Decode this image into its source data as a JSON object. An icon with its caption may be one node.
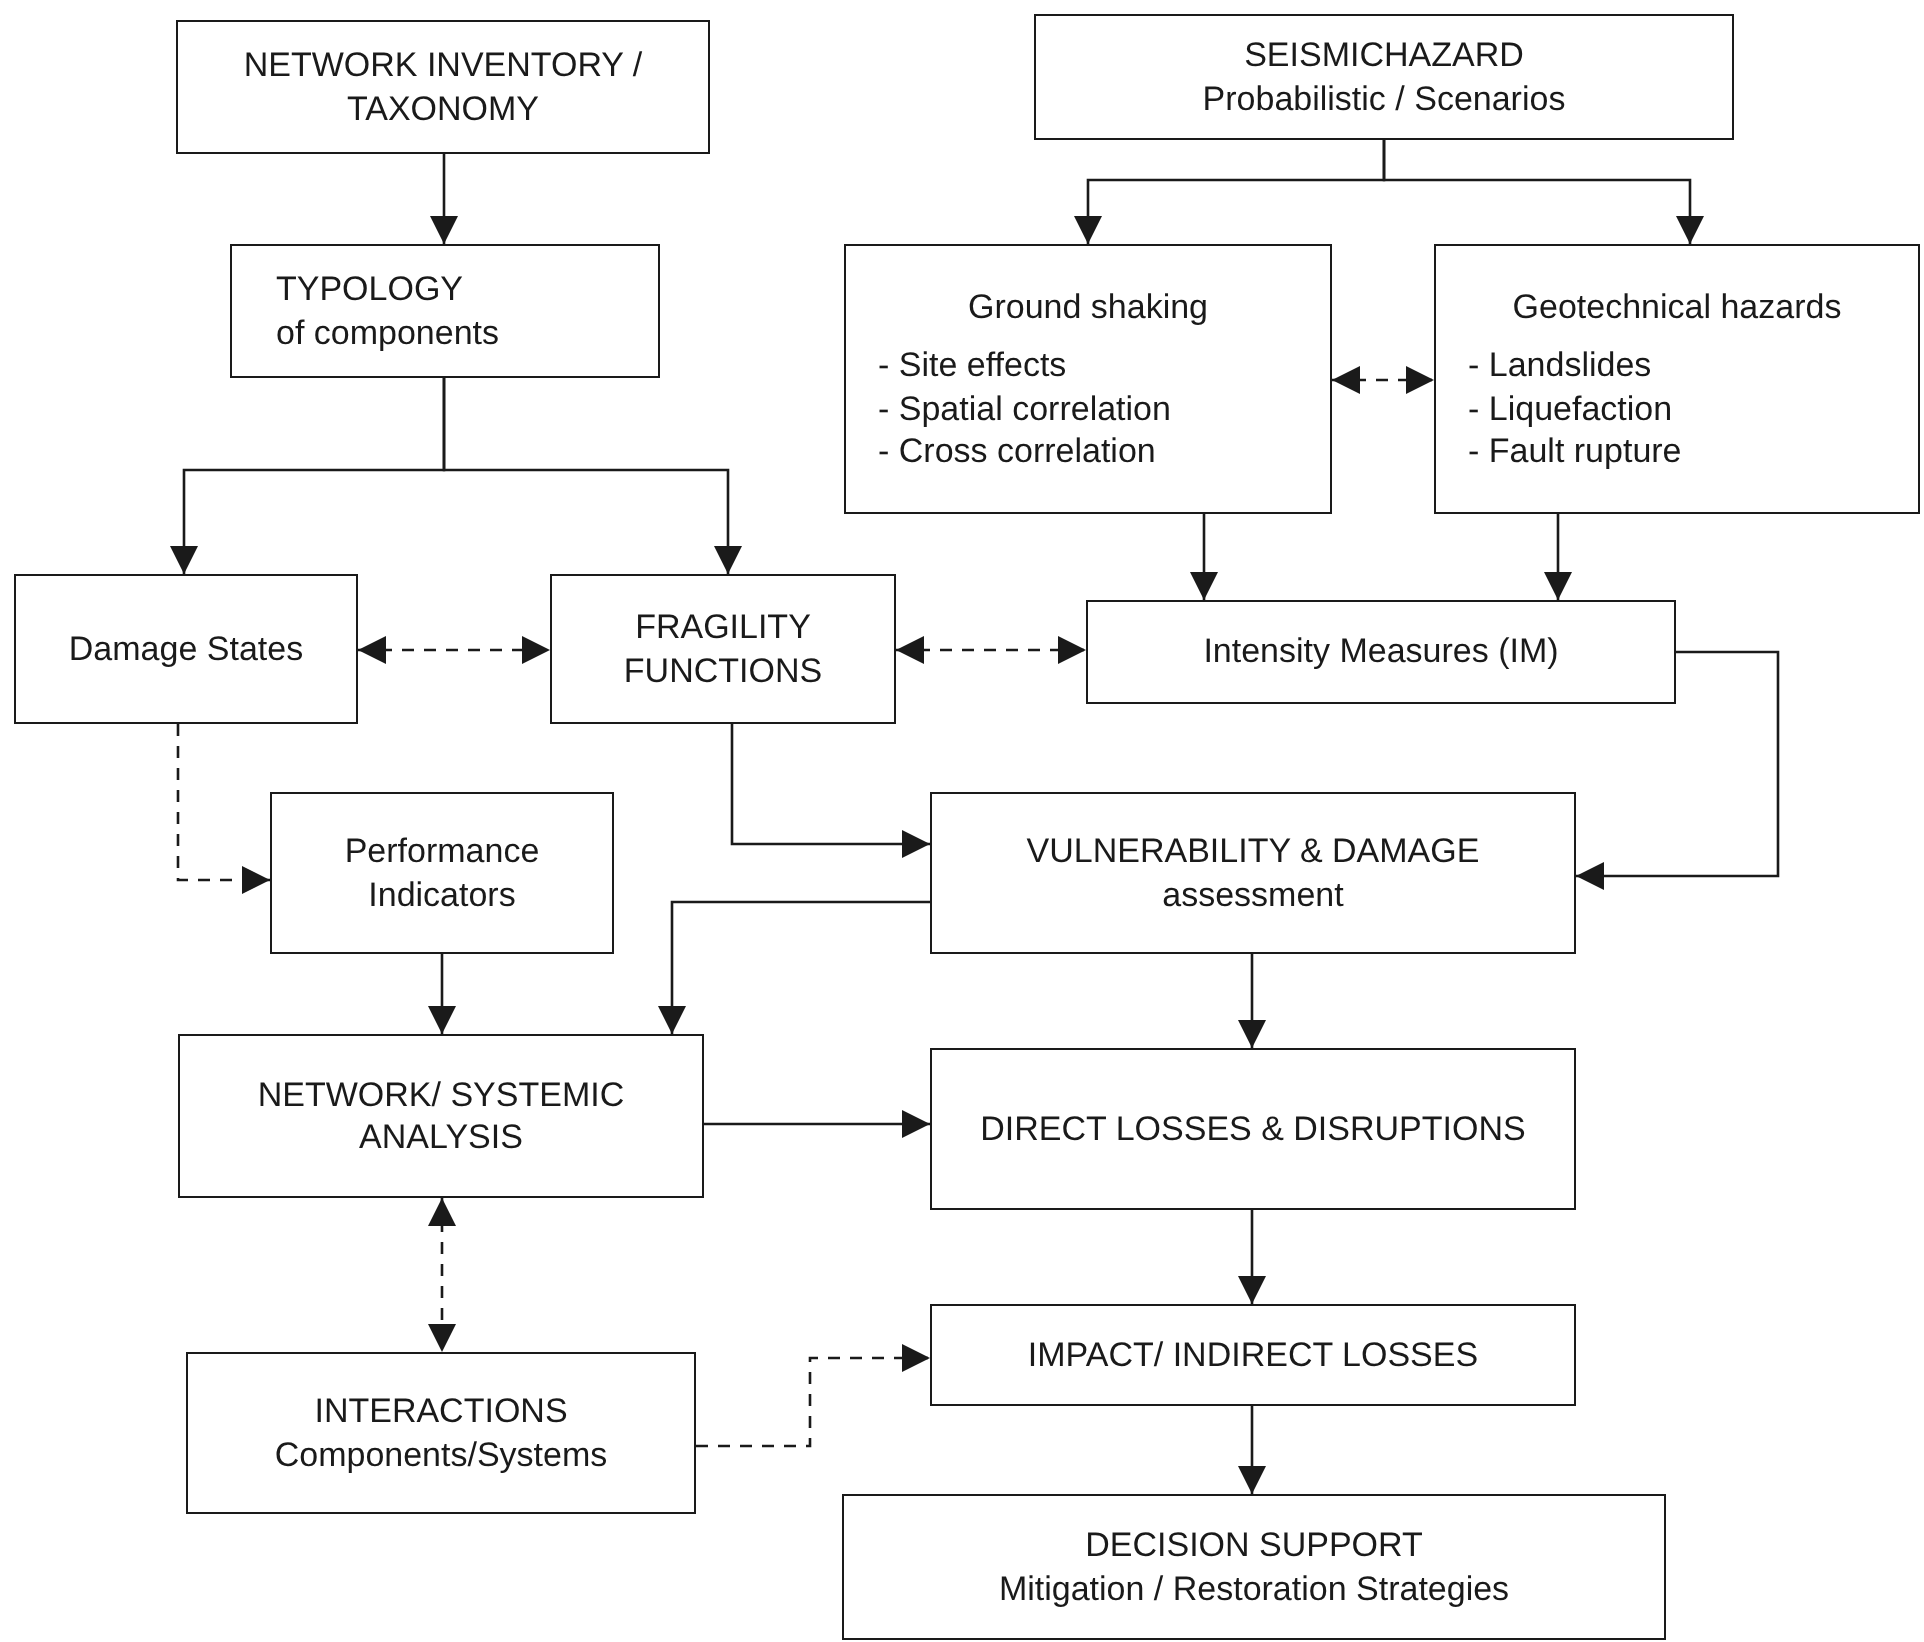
{
  "diagram": {
    "nodes": [
      {
        "text": [
          "NETWORK INVENTORY / TAXONOMY"
        ]
      },
      {
        "text": [
          "TYPOLOGY",
          "of components"
        ]
      },
      {
        "text": [
          "SEISMICHAZARD",
          "Probabilistic / Scenarios"
        ]
      },
      {
        "text": [
          "Ground shaking",
          "- Site effects",
          "- Spatial correlation",
          "- Cross correlation"
        ]
      },
      {
        "text": [
          "Geotechnical hazards",
          "- Landslides",
          "- Liquefaction",
          "- Fault rupture"
        ]
      },
      {
        "text": [
          "Damage States"
        ]
      },
      {
        "text": [
          "FRAGILITY FUNCTIONS"
        ]
      },
      {
        "text": [
          "Intensity Measures (IM)"
        ]
      },
      {
        "text": [
          "Performance Indicators"
        ]
      },
      {
        "text": [
          "VULNERABILITY & DAMAGE",
          "assessment"
        ]
      },
      {
        "text": [
          "NETWORK/ SYSTEMIC ANALYSIS"
        ]
      },
      {
        "text": [
          "DIRECT LOSSES & DISRUPTIONS"
        ]
      },
      {
        "text": [
          "IMPACT/ INDIRECT LOSSES"
        ]
      },
      {
        "text": [
          "INTERACTIONS",
          "Components/Systems"
        ]
      },
      {
        "text": [
          "DECISION SUPPORT",
          "Mitigation / Restoration Strategies"
        ]
      }
    ],
    "edges": [
      {
        "from": 0,
        "to": 1,
        "arrow": "to"
      },
      {
        "from": 1,
        "to": 5,
        "arrow": "to"
      },
      {
        "from": 1,
        "to": 6,
        "arrow": "to"
      },
      {
        "from": 2,
        "to": 3,
        "arrow": "to"
      },
      {
        "from": 2,
        "to": 4,
        "arrow": "to"
      },
      {
        "from": 3,
        "to": 4,
        "arrow": "both",
        "style": "dashed"
      },
      {
        "from": 3,
        "to": 7,
        "arrow": "to"
      },
      {
        "from": 4,
        "to": 7,
        "arrow": "to"
      },
      {
        "from": 5,
        "to": 6,
        "arrow": "both",
        "style": "dashed"
      },
      {
        "from": 6,
        "to": 7,
        "arrow": "both",
        "style": "dashed"
      },
      {
        "from": 5,
        "to": 8,
        "arrow": "to",
        "style": "dashed"
      },
      {
        "from": 6,
        "to": 9,
        "arrow": "to"
      },
      {
        "from": 7,
        "to": 9,
        "arrow": "to"
      },
      {
        "from": 9,
        "to": 10,
        "arrow": "to"
      },
      {
        "from": 8,
        "to": 10,
        "arrow": "to"
      },
      {
        "from": 10,
        "to": 11,
        "arrow": "to"
      },
      {
        "from": 9,
        "to": 11,
        "arrow": "to"
      },
      {
        "from": 11,
        "to": 12,
        "arrow": "to"
      },
      {
        "from": 10,
        "to": 13,
        "arrow": "both",
        "style": "dashed"
      },
      {
        "from": 13,
        "to": 12,
        "arrow": "to",
        "style": "dashed"
      },
      {
        "from": 12,
        "to": 14,
        "arrow": "to"
      }
    ]
  }
}
